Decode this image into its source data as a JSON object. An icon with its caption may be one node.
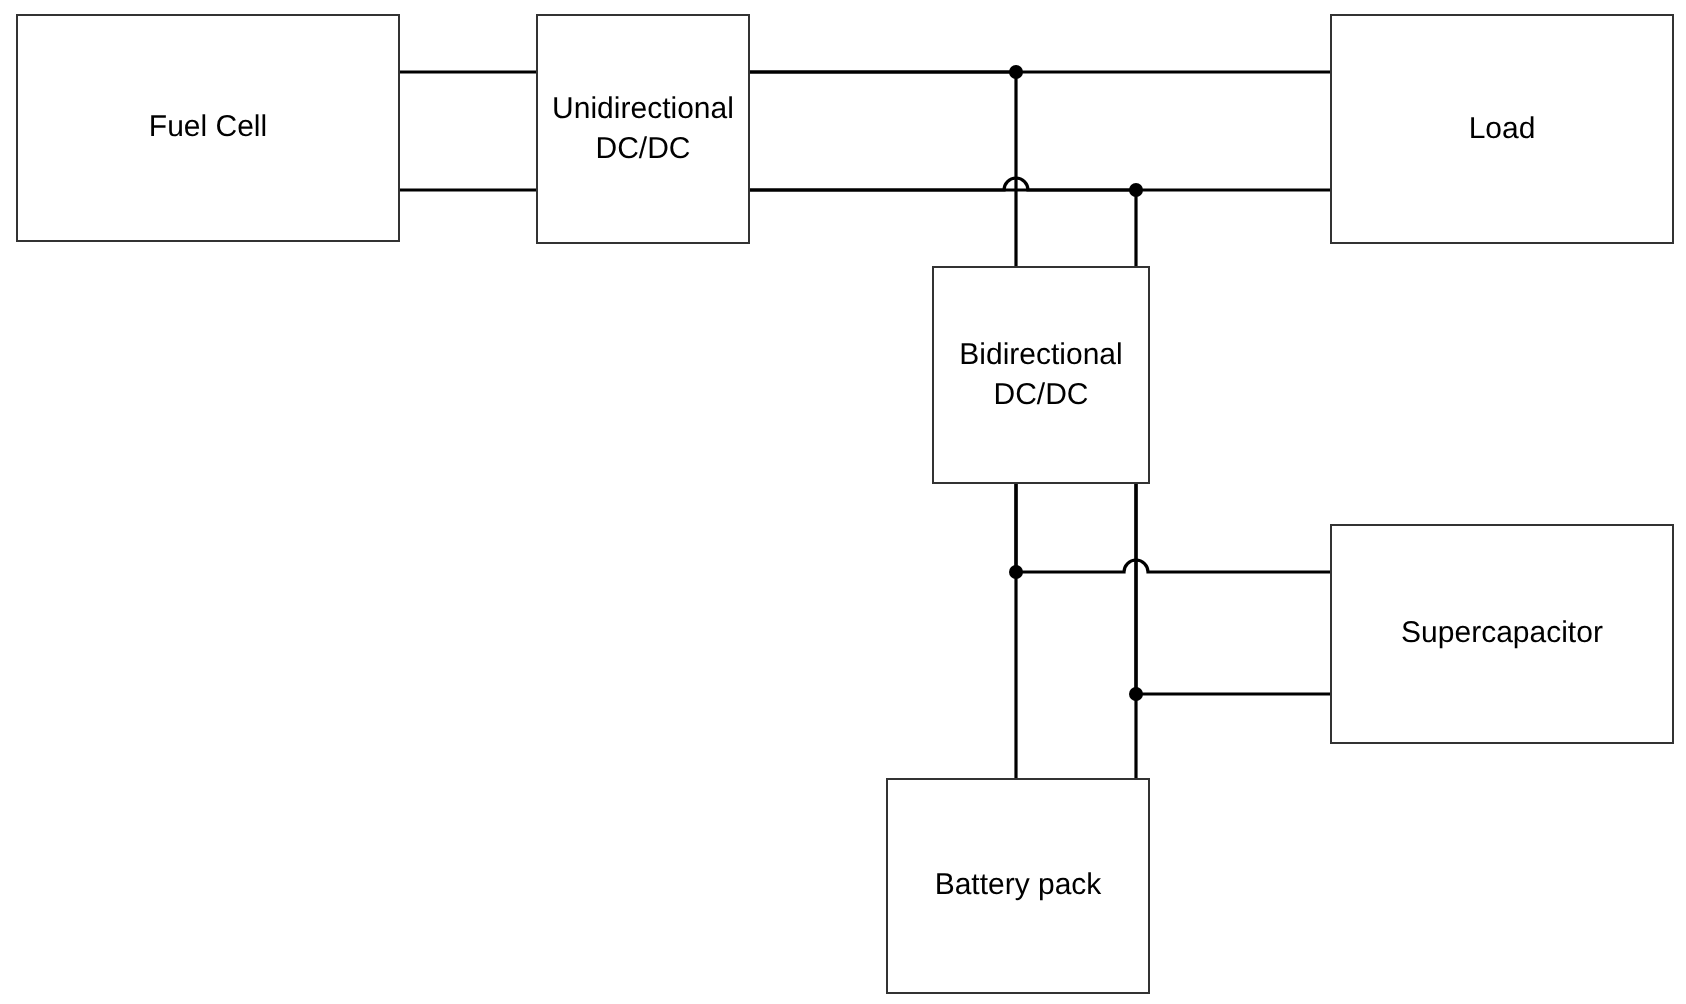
{
  "diagram": {
    "nodes": [
      {
        "text": [
          "Fuel Cell"
        ]
      },
      {
        "text": [
          "Unidirectional DC/DC"
        ]
      },
      {
        "text": [
          "Load"
        ]
      },
      {
        "text": [
          "Bidirectional DC/DC"
        ]
      },
      {
        "text": [
          "Supercapacitor"
        ]
      },
      {
        "text": [
          "Battery pack"
        ]
      }
    ],
    "edges": [
      {
        "from": 0,
        "to": 1,
        "arrow": "none"
      },
      {
        "from": 0,
        "to": 1,
        "arrow": "none"
      },
      {
        "from": 1,
        "to": 2,
        "arrow": "none"
      },
      {
        "from": 1,
        "to": 2,
        "arrow": "none"
      },
      {
        "from": 1,
        "to": 3,
        "arrow": "none"
      },
      {
        "from": 1,
        "to": 3,
        "arrow": "none"
      },
      {
        "from": 3,
        "to": 5,
        "arrow": "none"
      },
      {
        "from": 3,
        "to": 5,
        "arrow": "none"
      },
      {
        "from": 3,
        "to": 4,
        "arrow": "none"
      },
      {
        "from": 3,
        "to": 4,
        "arrow": "none"
      }
    ]
  }
}
